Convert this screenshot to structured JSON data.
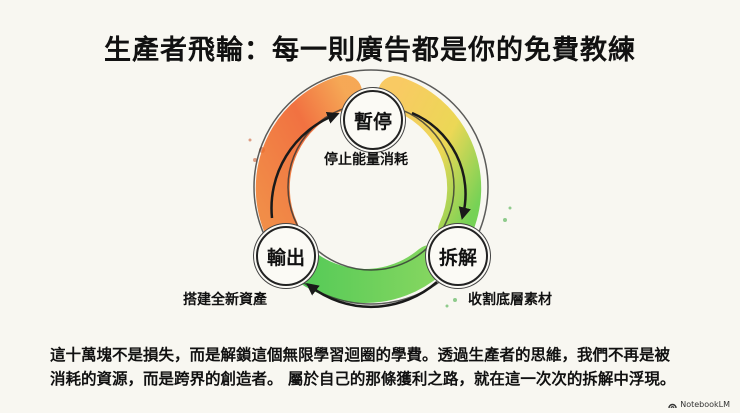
{
  "title": "生產者飛輪：每一則廣告都是你的免費教練",
  "cycle": {
    "nodes": [
      {
        "id": "pause",
        "label": "暫停",
        "caption": "停止能量消耗"
      },
      {
        "id": "dismantle",
        "label": "拆解",
        "caption": "收割底層素材"
      },
      {
        "id": "output",
        "label": "輸出",
        "caption": "搭建全新資產"
      }
    ],
    "arc_colors": {
      "pause_to_dismantle": "#f5b030",
      "dismantle_to_output": "#4cc63a",
      "output_to_pause": "#f06a2a"
    }
  },
  "body": {
    "line1": "這十萬塊不是損失，而是解鎖這個無限學習迴圈的學費。透過生產者的思維，我們不再是被",
    "line2": "消耗的資源，而是跨界的創造者。 屬於自己的那條獲利之路，就在這一次次的拆解中浮現。"
  },
  "brand": {
    "icon": "notebooklm-icon",
    "label": "NotebookLM"
  }
}
